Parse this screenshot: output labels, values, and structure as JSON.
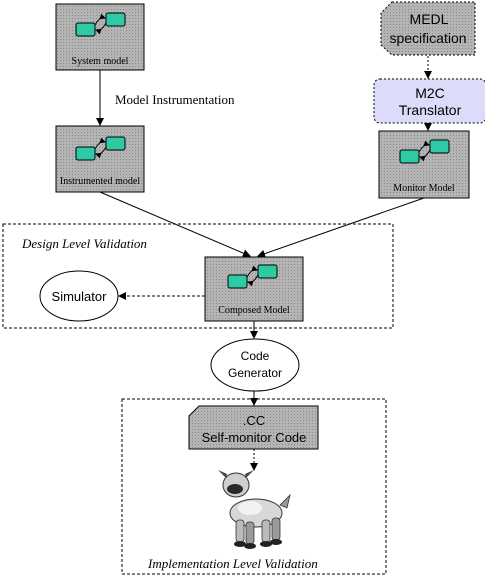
{
  "nodes": {
    "system_model": {
      "label": "System model"
    },
    "instrumented_model": {
      "label": "Instrumented model"
    },
    "medl_spec": {
      "line1": "MEDL",
      "line2": "specification"
    },
    "m2c_translator": {
      "line1": "M2C",
      "line2": "Translator"
    },
    "monitor_model": {
      "label": "Monitor Model"
    },
    "composed_model": {
      "label": "Composed Model"
    },
    "simulator": {
      "label": "Simulator"
    },
    "code_generator": {
      "line1": "Code",
      "line2": "Generator"
    },
    "cc_code": {
      "line1": ".CC",
      "line2": "Self-monitor Code"
    }
  },
  "edge_labels": {
    "model_instrumentation": "Model Instrumentation"
  },
  "regions": {
    "design_validation": "Design Level Validation",
    "implementation_validation": "Implementation Level Validation"
  },
  "colors": {
    "model_box": "#aaaaaa",
    "component": "#2fc9a5",
    "translator": "#dcdcfa",
    "spec_doc": "#c8c8c8",
    "code_doc": "#c8c8c8"
  },
  "icons": {
    "robot": "robot-dog-icon"
  }
}
